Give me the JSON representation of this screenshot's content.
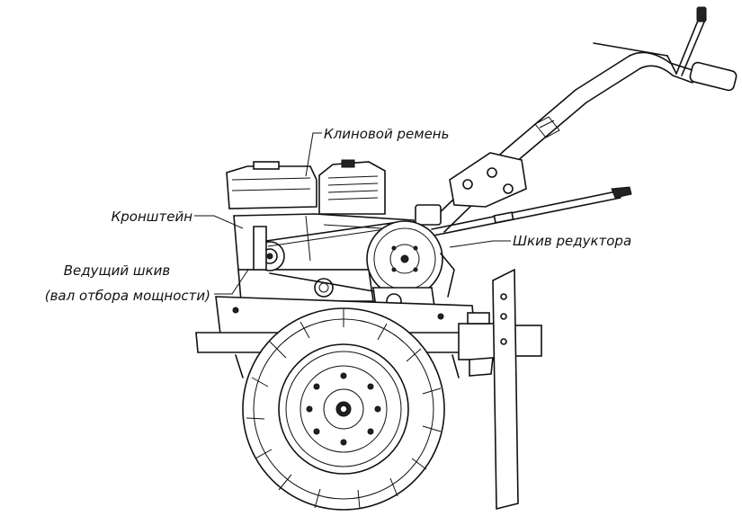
{
  "labels": {
    "v_belt": "Клиновой ремень",
    "bracket": "Кронштейн",
    "drive_pulley_line1": "Ведущий шкив",
    "drive_pulley_line2": "(вал отбора мощности)",
    "reducer_pulley": "Шкив редуктора"
  }
}
